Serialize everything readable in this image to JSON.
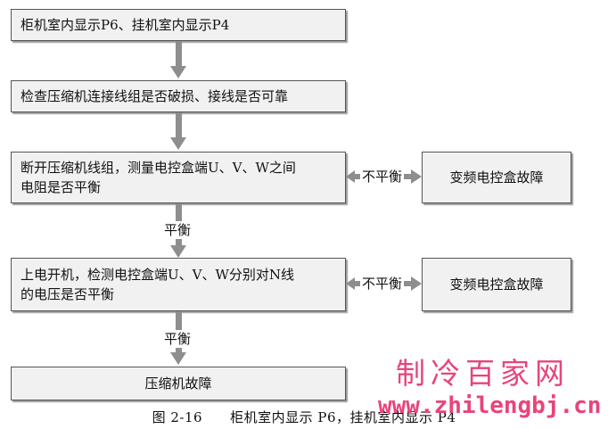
{
  "boxes": {
    "step1": "柜机室内显示P6、挂机室内显示P4",
    "step2": "检查压缩机连接线组是否破损、接线是否可靠",
    "step3": "断开压缩机线组，测量电控盒端U、V、W之间\n电阻是否平衡",
    "result3": "变频电控盒故障",
    "step4": "上电开机，检测电控盒端U、V、W分别对N线\n的电压是否平衡",
    "result4": "变频电控盒故障",
    "step5": "压缩机故障"
  },
  "edges": {
    "unbalanced_1": "不平衡",
    "balanced_1": "平衡",
    "unbalanced_2": "不平衡",
    "balanced_2": "平衡"
  },
  "caption": "图 2-16　　柜机室内显示 P6，挂机室内显示 P4",
  "watermark": {
    "chinese": "制冷百家网",
    "url": "www.zhilengbj.cn"
  },
  "colors": {
    "box_fill": "#f1f1f1",
    "arrow": "#8e8e8e",
    "watermark": "#e8447a"
  }
}
